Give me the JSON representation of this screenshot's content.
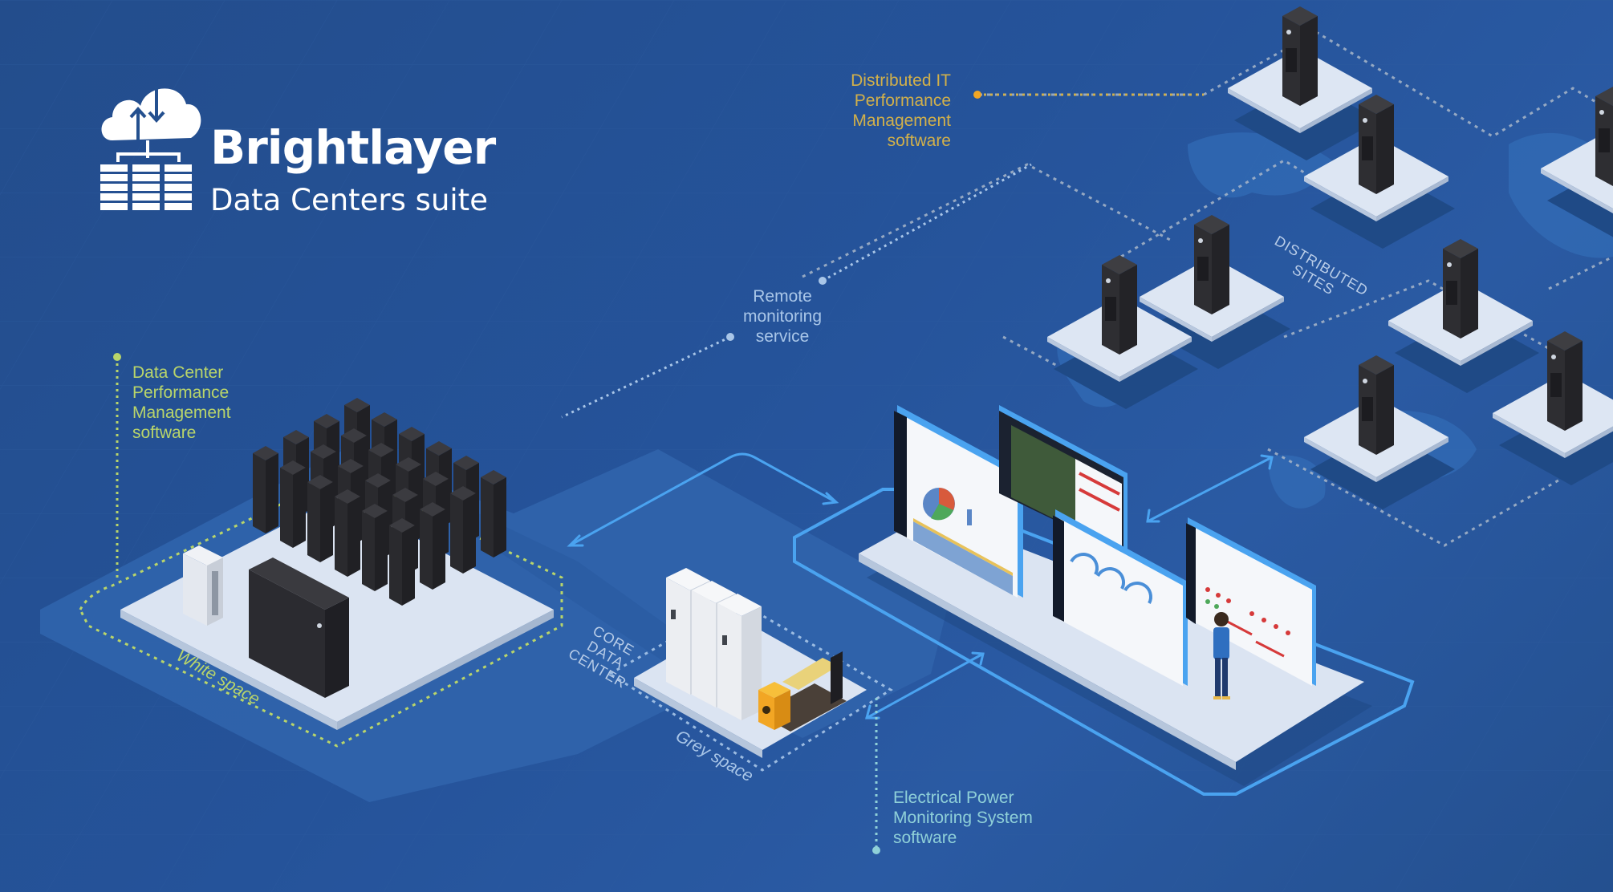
{
  "brand": {
    "title": "Brightlayer",
    "subtitle": "Data Centers suite",
    "logo_icon": "cloud-sync-server-icon"
  },
  "labels": {
    "distributed_it": [
      "Distributed IT",
      "Performance",
      "Management",
      "software"
    ],
    "remote_monitoring": [
      "Remote",
      "monitoring",
      "service"
    ],
    "dc_performance": [
      "Data Center",
      "Performance",
      "Management",
      "software"
    ],
    "electrical_power": [
      "Electrical Power",
      "Monitoring System",
      "software"
    ],
    "distributed_sites": [
      "DISTRIBUTED",
      "SITES"
    ],
    "core_data_center": [
      "CORE",
      "DATA",
      "CENTER"
    ],
    "white_space": "White space",
    "grey_space": "Grey space"
  },
  "colors": {
    "background": "#24508f",
    "platform": "#dbe4f2",
    "rack": "#2f2f33",
    "accent_line": "#4aa3f0",
    "yellow_label": "#d2b04a",
    "lime_label": "#b9d56a",
    "generator": "#f2a624"
  }
}
